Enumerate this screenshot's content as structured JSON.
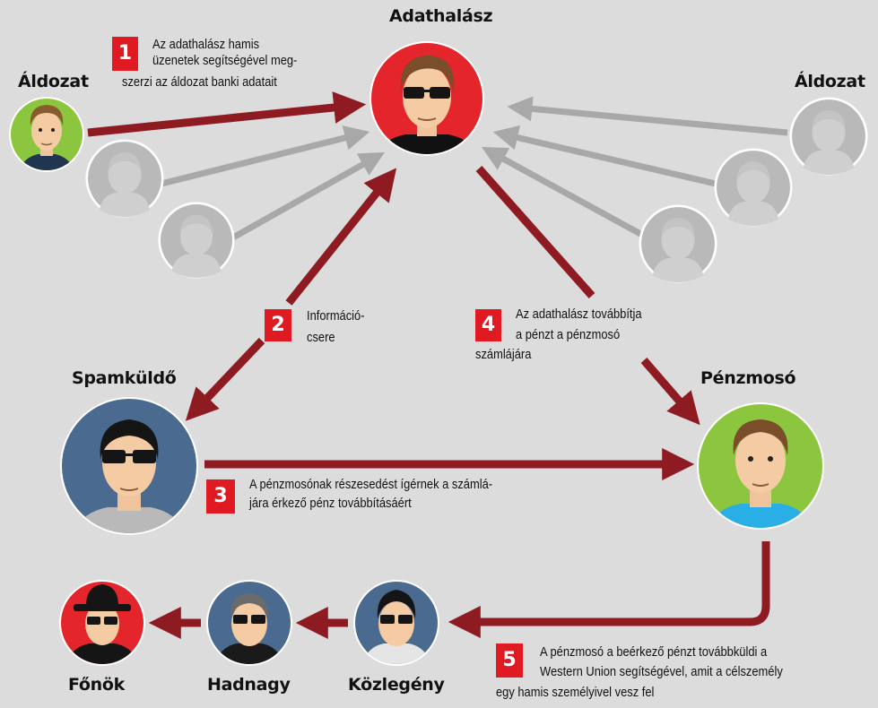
{
  "roles": {
    "phisher": "Adathalász",
    "victim_left": "Áldozat",
    "victim_right": "Áldozat",
    "spammer": "Spamküldő",
    "money_mule": "Pénzmosó",
    "boss": "Főnök",
    "lieutenant": "Hadnagy",
    "soldier": "Közlegény"
  },
  "steps": [
    {
      "number": "1",
      "lines": [
        "Az adathalász hamis",
        "üzenetek segítségével meg-",
        "szerzi az áldozat banki adatait"
      ]
    },
    {
      "number": "2",
      "lines": [
        "Információ-",
        "csere"
      ]
    },
    {
      "number": "3",
      "lines": [
        "A pénzmosónak részesedést ígérnek a számlá-",
        "jára érkező pénz továbbításáért"
      ]
    },
    {
      "number": "4",
      "lines": [
        "Az adathalász továbbítja",
        "a pénzt a pénzmosó",
        "számlájára"
      ]
    },
    {
      "number": "5",
      "lines": [
        "A pénzmosó a beérkező pénzt továbbküldi a",
        "Western Union segítségével, amit a célszemély",
        "egy hamis személyivel vesz fel"
      ]
    }
  ],
  "colors": {
    "background": "#dcdcdc",
    "arrow_main": "#8e1b22",
    "arrow_grey": "#a8a8a8",
    "number_badge": "#e01a22",
    "phisher_circle": "#e4252c",
    "victim_circle": "#8cc63f",
    "mule_circle": "#8cc63f",
    "spammer_circle": "#4a6a8f",
    "hierarchy_circle": "#4a6a8f",
    "boss_circle": "#e4252c"
  }
}
